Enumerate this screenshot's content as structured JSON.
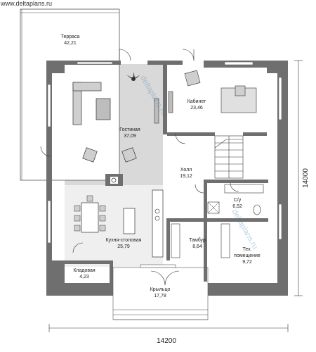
{
  "site_label": "www.deltaplans.ru",
  "watermark": "deltaplans.ru",
  "rooms": [
    {
      "id": "terrace",
      "name": "Терраса",
      "area": "42,21"
    },
    {
      "id": "cabinet",
      "name": "Кабинет",
      "area": "23,46"
    },
    {
      "id": "living",
      "name": "Гостиная",
      "area": "37,09"
    },
    {
      "id": "hall",
      "name": "Холл",
      "area": "19,12"
    },
    {
      "id": "bathroom",
      "name": "С/у",
      "area": "6,52"
    },
    {
      "id": "vestibule",
      "name": "Тамбур",
      "area": "8,64"
    },
    {
      "id": "kitchen",
      "name": "Кухня-столовая",
      "area": "25,79"
    },
    {
      "id": "tech",
      "name": "Тех.",
      "name2": "помещение",
      "area": "9,72"
    },
    {
      "id": "storage",
      "name": "Кладовая",
      "area": "4,23"
    },
    {
      "id": "porch",
      "name": "Крыльцо",
      "area": "17,78"
    }
  ],
  "dimensions": {
    "width": "14200",
    "height": "14000"
  },
  "colors": {
    "wall": "#6f6f6f",
    "living_floor": "#d9d9d9",
    "kitchen_floor": "#eeeeee",
    "watermark": "#3a7fb0"
  }
}
